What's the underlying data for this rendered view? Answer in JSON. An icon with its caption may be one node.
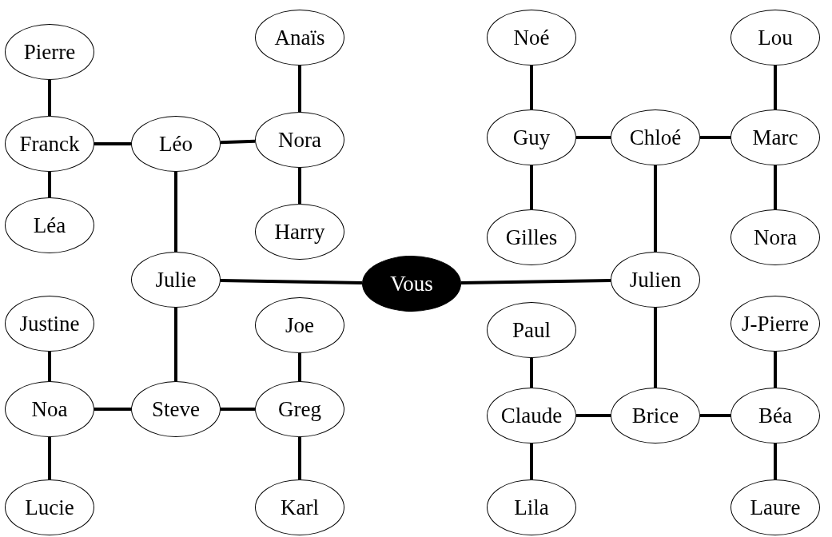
{
  "diagram": {
    "nodes": [
      {
        "text": [
          "Pierre"
        ]
      },
      {
        "text": [
          "Anaïs"
        ]
      },
      {
        "text": [
          "Noé"
        ]
      },
      {
        "text": [
          "Lou"
        ]
      },
      {
        "text": [
          "Franck"
        ]
      },
      {
        "text": [
          "Léo"
        ]
      },
      {
        "text": [
          "Nora"
        ]
      },
      {
        "text": [
          "Guy"
        ]
      },
      {
        "text": [
          "Chloé"
        ]
      },
      {
        "text": [
          "Marc"
        ]
      },
      {
        "text": [
          "Léa"
        ]
      },
      {
        "text": [
          "Harry"
        ]
      },
      {
        "text": [
          "Gilles"
        ]
      },
      {
        "text": [
          "Nora"
        ]
      },
      {
        "text": [
          "Julie"
        ]
      },
      {
        "text": [
          "Vous"
        ]
      },
      {
        "text": [
          "Julien"
        ]
      },
      {
        "text": [
          "Justine"
        ]
      },
      {
        "text": [
          "Joe"
        ]
      },
      {
        "text": [
          "Paul"
        ]
      },
      {
        "text": [
          "J-Pierre"
        ]
      },
      {
        "text": [
          "Noa"
        ]
      },
      {
        "text": [
          "Steve"
        ]
      },
      {
        "text": [
          "Greg"
        ]
      },
      {
        "text": [
          "Claude"
        ]
      },
      {
        "text": [
          "Brice"
        ]
      },
      {
        "text": [
          "Béa"
        ]
      },
      {
        "text": [
          "Lucie"
        ]
      },
      {
        "text": [
          "Karl"
        ]
      },
      {
        "text": [
          "Lila"
        ]
      },
      {
        "text": [
          "Laure"
        ]
      }
    ],
    "edges": [
      {
        "from": 0,
        "to": 4,
        "arrow": "none"
      },
      {
        "from": 4,
        "to": 5,
        "arrow": "none"
      },
      {
        "from": 5,
        "to": 6,
        "arrow": "none"
      },
      {
        "from": 1,
        "to": 6,
        "arrow": "none"
      },
      {
        "from": 6,
        "to": 11,
        "arrow": "none"
      },
      {
        "from": 4,
        "to": 10,
        "arrow": "none"
      },
      {
        "from": 5,
        "to": 14,
        "arrow": "none"
      },
      {
        "from": 14,
        "to": 15,
        "arrow": "none"
      },
      {
        "from": 15,
        "to": 16,
        "arrow": "none"
      },
      {
        "from": 14,
        "to": 22,
        "arrow": "none"
      },
      {
        "from": 17,
        "to": 21,
        "arrow": "none"
      },
      {
        "from": 21,
        "to": 22,
        "arrow": "none"
      },
      {
        "from": 22,
        "to": 23,
        "arrow": "none"
      },
      {
        "from": 18,
        "to": 23,
        "arrow": "none"
      },
      {
        "from": 23,
        "to": 28,
        "arrow": "none"
      },
      {
        "from": 21,
        "to": 27,
        "arrow": "none"
      },
      {
        "from": 2,
        "to": 7,
        "arrow": "none"
      },
      {
        "from": 7,
        "to": 8,
        "arrow": "none"
      },
      {
        "from": 8,
        "to": 9,
        "arrow": "none"
      },
      {
        "from": 3,
        "to": 9,
        "arrow": "none"
      },
      {
        "from": 9,
        "to": 13,
        "arrow": "none"
      },
      {
        "from": 7,
        "to": 12,
        "arrow": "none"
      },
      {
        "from": 8,
        "to": 16,
        "arrow": "none"
      },
      {
        "from": 16,
        "to": 25,
        "arrow": "none"
      },
      {
        "from": 19,
        "to": 24,
        "arrow": "none"
      },
      {
        "from": 24,
        "to": 25,
        "arrow": "none"
      },
      {
        "from": 25,
        "to": 26,
        "arrow": "none"
      },
      {
        "from": 20,
        "to": 26,
        "arrow": "none"
      },
      {
        "from": 24,
        "to": 29,
        "arrow": "none"
      },
      {
        "from": 26,
        "to": 30,
        "arrow": "none"
      }
    ]
  }
}
